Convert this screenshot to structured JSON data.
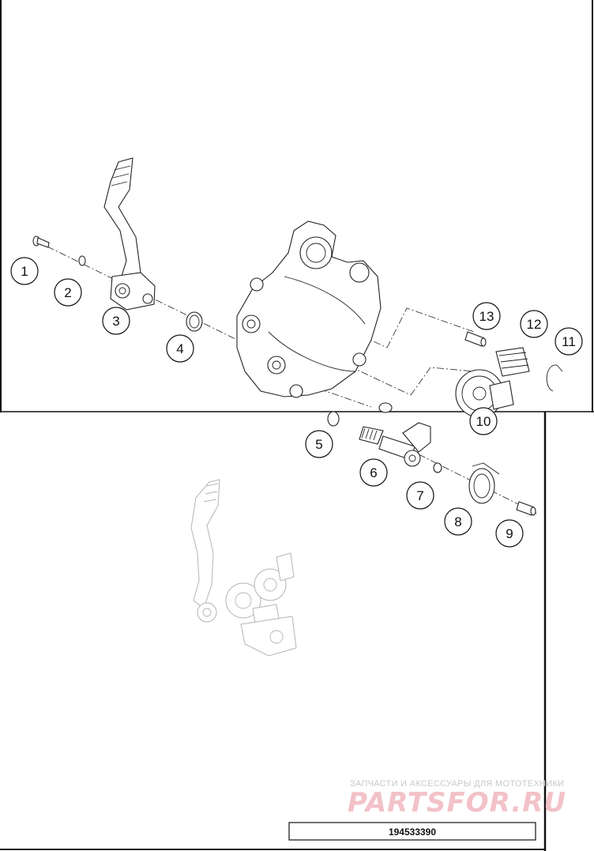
{
  "diagram": {
    "callouts": [
      "1",
      "2",
      "3",
      "4",
      "5",
      "6",
      "7",
      "8",
      "9",
      "10",
      "11",
      "12",
      "13"
    ],
    "diagram_code": "194533390"
  },
  "watermark": {
    "subtitle": "ЗАПЧАСТИ И АКСЕССУАРЫ ДЛЯ МОТОТЕХНИКИ",
    "brand": "PARTSFOR.RU",
    "color": "#e0707e"
  },
  "colors": {
    "line": "#222222",
    "ghost": "#b5b5b5",
    "background": "#ffffff"
  }
}
